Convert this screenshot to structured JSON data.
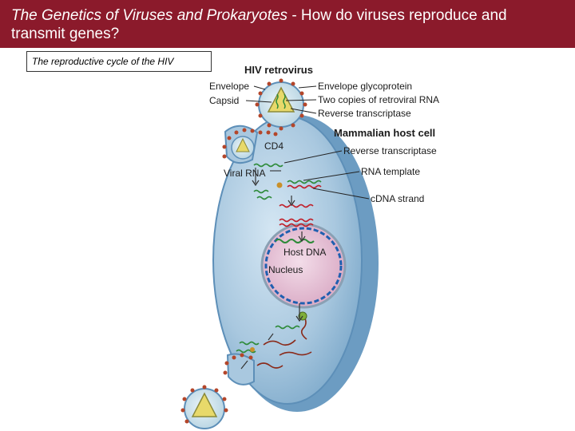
{
  "slide": {
    "title_italic": "The Genetics of Viruses and Prokaryotes",
    "title_rest": " - How do viruses reproduce and transmit genes?",
    "caption": "The reproductive cycle of the HIV"
  },
  "figure": {
    "heading": "HIV retrovirus",
    "labels": {
      "envelope": "Envelope",
      "capsid": "Capsid",
      "envelope_glycoprotein": "Envelope glycoprotein",
      "two_copies": "Two copies of retroviral RNA",
      "reverse_transcriptase_virus": "Reverse transcriptase",
      "host_cell": "Mammalian host cell",
      "cd4": "CD4",
      "reverse_transcriptase_host": "Reverse transcriptase",
      "viral_rna": "Viral RNA",
      "rna_template": "RNA template",
      "cdna_strand": "cDNA strand",
      "host_dna": "Host DNA",
      "nucleus": "Nucleus"
    },
    "colors": {
      "title_bar": "#8b1a2b",
      "cell_fill": "#a9c8df",
      "cell_edge": "#5d8fb8",
      "nucleus_fill": "#e6c3d8",
      "rna_green": "#2e8b3a",
      "cdna_red": "#c0202a",
      "dna_blue": "#1f5fb0",
      "glycoprotein_red": "#b4462a",
      "virus_yellow": "#e8d96a"
    }
  }
}
